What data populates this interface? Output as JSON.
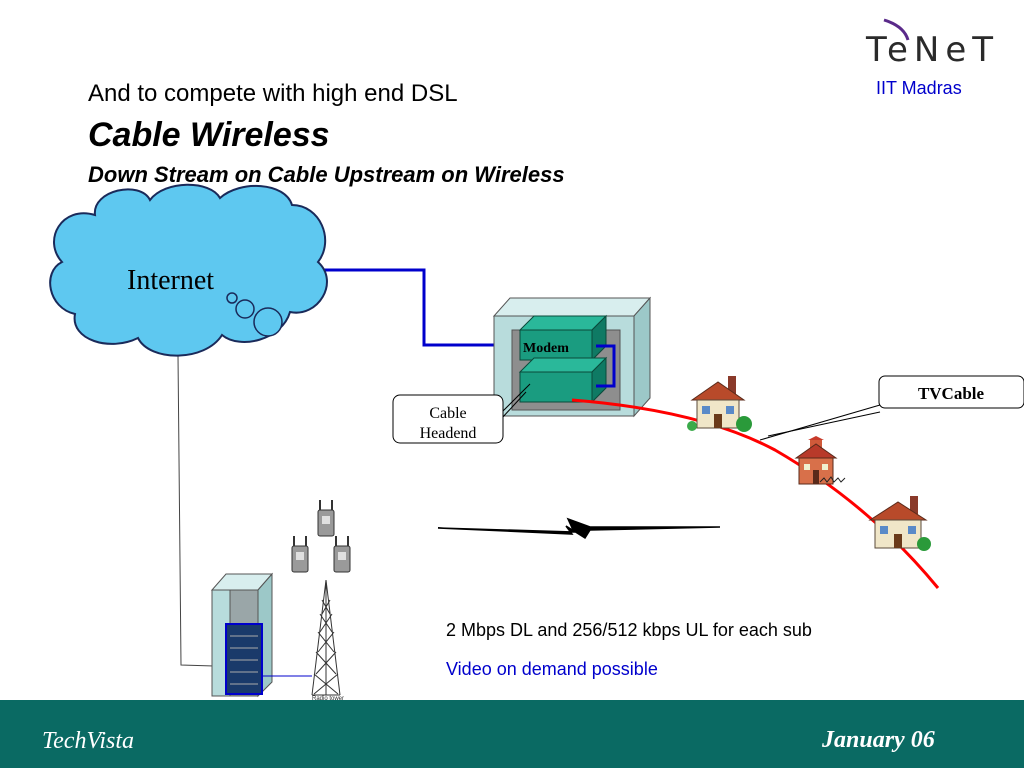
{
  "slide": {
    "subtitle": "And to compete with high end DSL",
    "title": "Cable Wireless",
    "tagline": "Down Stream on Cable Upstream on Wireless"
  },
  "logo": {
    "name": "TeNeT",
    "institution": "IIT Madras"
  },
  "diagram": {
    "cloud_label": "Internet",
    "modem_label": "Modem",
    "headend_callout": [
      "Cable",
      "Headend"
    ],
    "tvcable_callout": "TVCable",
    "tower_label": "Radio tower"
  },
  "info": {
    "line1": "2 Mbps DL and 256/512 kbps UL for each sub",
    "line2": "Video on demand possible"
  },
  "footer": {
    "left": "TechVista",
    "right": "January 06"
  },
  "colors": {
    "footer": "#0a6a63",
    "cloud": "#5ec8f0",
    "modem": "#1a9c80",
    "link": "#0000cc",
    "cable": "#ff0000"
  },
  "icons": [
    "cloud-icon",
    "modem-icon",
    "house-icon",
    "school-icon",
    "radio-tower-icon",
    "server-rack-icon",
    "antenna-icon"
  ]
}
